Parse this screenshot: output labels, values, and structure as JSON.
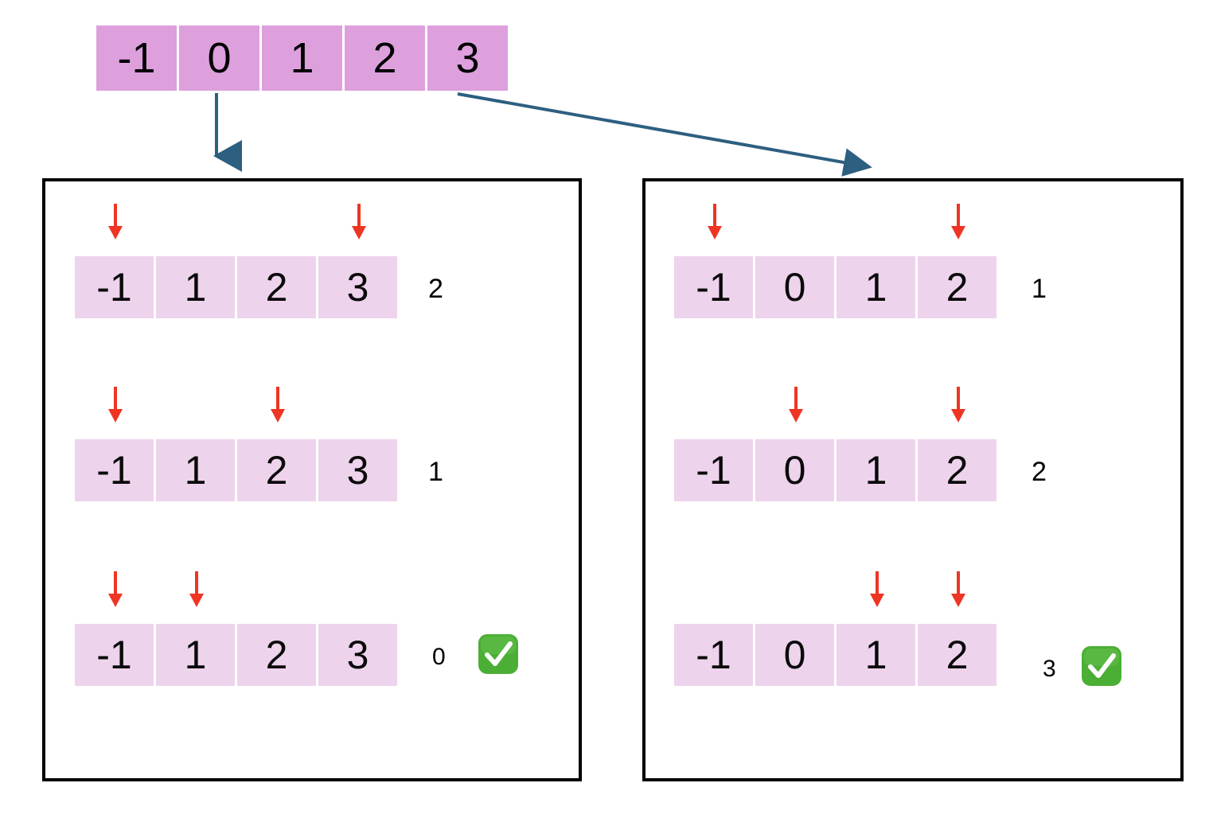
{
  "diagram": {
    "title": "two-pointer-array-trace",
    "colors": {
      "source_cell": "#dda0dd",
      "step_cell": "#eed3ec",
      "pointer_arrow": "#ee3524",
      "connector_arrow": "#2d5f80",
      "panel_border": "#000000",
      "check_badge": "#4caf35",
      "text": "#000000"
    }
  },
  "source_array": {
    "label": "source-array",
    "values": [
      "-1",
      "0",
      "1",
      "2",
      "3"
    ]
  },
  "connectors": [
    {
      "name": "connector-to-left-panel",
      "kind": "straight-down-arrow",
      "from_cell_value": "0",
      "to_panel": "left"
    },
    {
      "name": "connector-to-right-panel",
      "kind": "diagonal-arrow",
      "from_cell_value": "3",
      "to_panel": "right"
    }
  ],
  "panels": [
    {
      "name": "left-panel",
      "steps": [
        {
          "name": "left-step-1",
          "cells": [
            "-1",
            "1",
            "2",
            "3"
          ],
          "pointers": [
            0,
            3
          ],
          "result": "2",
          "check": false
        },
        {
          "name": "left-step-2",
          "cells": [
            "-1",
            "1",
            "2",
            "3"
          ],
          "pointers": [
            0,
            2
          ],
          "result": "1",
          "check": false
        },
        {
          "name": "left-step-3",
          "cells": [
            "-1",
            "1",
            "2",
            "3"
          ],
          "pointers": [
            0,
            1
          ],
          "result": "0",
          "check": true,
          "check_icon": "green-check-icon"
        }
      ]
    },
    {
      "name": "right-panel",
      "steps": [
        {
          "name": "right-step-1",
          "cells": [
            "-1",
            "0",
            "1",
            "2"
          ],
          "pointers": [
            0,
            3
          ],
          "result": "1",
          "check": false
        },
        {
          "name": "right-step-2",
          "cells": [
            "-1",
            "0",
            "1",
            "2"
          ],
          "pointers": [
            1,
            3
          ],
          "result": "2",
          "check": false
        },
        {
          "name": "right-step-3",
          "cells": [
            "-1",
            "0",
            "1",
            "2"
          ],
          "pointers": [
            2,
            3
          ],
          "result": "3",
          "check": true,
          "check_icon": "green-check-icon"
        }
      ]
    }
  ]
}
